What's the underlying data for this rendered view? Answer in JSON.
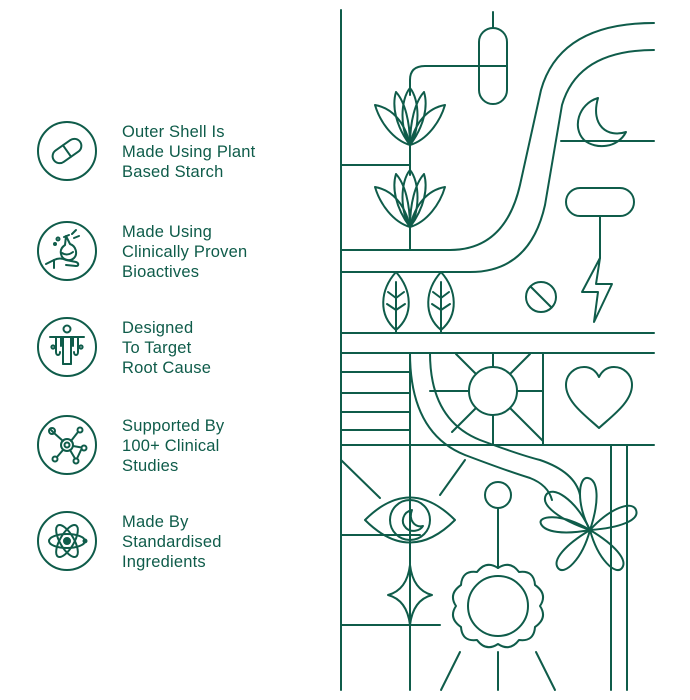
{
  "theme": {
    "accent": "#0f5c4a",
    "background": "#ffffff"
  },
  "features": [
    {
      "icon": "capsule-icon",
      "lines": [
        "Outer Shell Is",
        "Made Using Plant",
        "Based Starch"
      ]
    },
    {
      "icon": "lab-hand-flask-icon",
      "lines": [
        "Made Using",
        "Clinically Proven",
        "Bioactives"
      ]
    },
    {
      "icon": "human-figure-target-icon",
      "lines": [
        "Designed",
        "To Target",
        "Root Cause"
      ]
    },
    {
      "icon": "molecule-network-icon",
      "lines": [
        "Supported By",
        "100+ Clinical",
        "Studies"
      ]
    },
    {
      "icon": "atom-icon",
      "lines": [
        "Made By",
        "Standardised",
        "Ingredients"
      ]
    }
  ]
}
